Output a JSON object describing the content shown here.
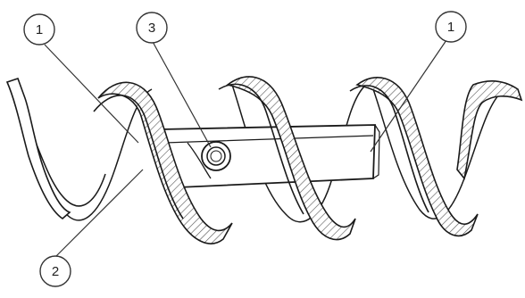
{
  "colors": {
    "line": "#1a1a1a",
    "hatch": "#555555",
    "background": "#ffffff",
    "fill": "#ffffff"
  },
  "callouts": [
    {
      "id": "callout-1-left",
      "label": "1"
    },
    {
      "id": "callout-3",
      "label": "3"
    },
    {
      "id": "callout-1-right",
      "label": "1"
    },
    {
      "id": "callout-2",
      "label": "2"
    }
  ]
}
